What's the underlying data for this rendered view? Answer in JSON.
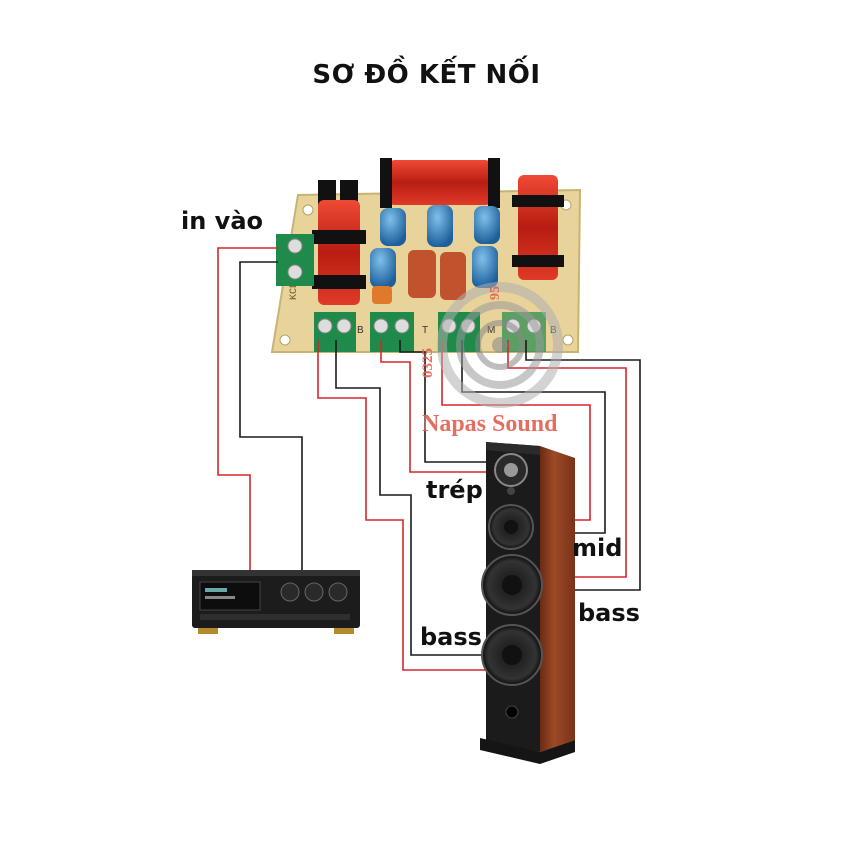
{
  "title": "SƠ ĐỒ KẾT NỐI",
  "labels": {
    "input": "in vào",
    "tweeter": "trép",
    "mid": "mid",
    "bass_right": "bass",
    "bass_left": "bass"
  },
  "board": {
    "model_text": "KCDA-402",
    "terminal_marks": [
      "B",
      "T",
      "M",
      "B"
    ]
  },
  "watermark": {
    "brand": "Napas Sound",
    "phone_fragment": "0325",
    "phone_tail": "95"
  },
  "colors": {
    "wire_red": "#d7262b",
    "wire_black": "#1a1a1a",
    "board": "#e9d49a",
    "coil": "#d42a1c",
    "cabinet": "#8a3a1e"
  }
}
